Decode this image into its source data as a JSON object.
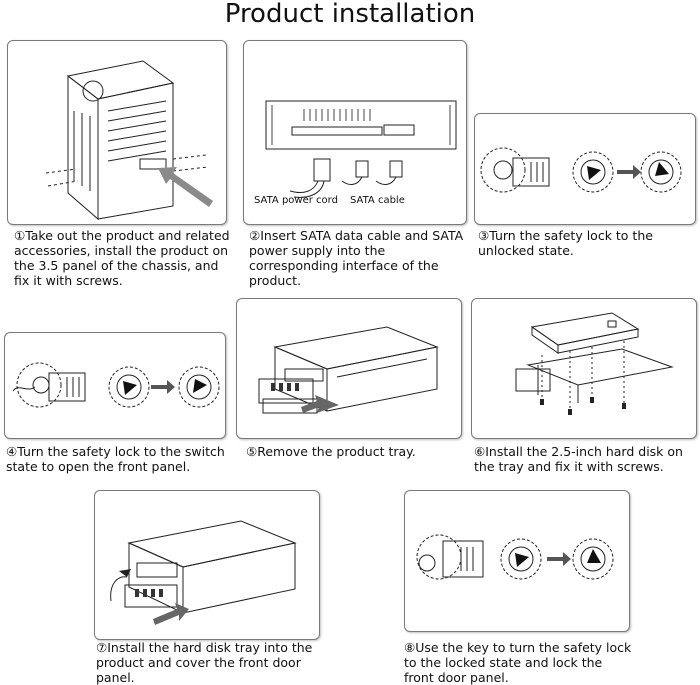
{
  "title": "Product installation",
  "steps": [
    {
      "caption": "①Take out the product and related accessories, install the product on the 3.5 panel of the chassis, and fix it with screws."
    },
    {
      "caption": "②Insert SATA data cable and SATA power supply into the corresponding interface of the product.",
      "labels": {
        "power_cord": "SATA power cord",
        "sata_cable": "SATA cable"
      }
    },
    {
      "caption": "③Turn the safety lock to the unlocked state."
    },
    {
      "caption": "④Turn the safety lock to the switch state to open the front panel."
    },
    {
      "caption": "⑤Remove the product tray."
    },
    {
      "caption": "⑥Install the 2.5-inch hard disk on the tray and fix it with screws."
    },
    {
      "caption": "⑦Install the hard disk tray into the product and cover the front door panel."
    },
    {
      "caption": "⑧Use the key to turn the safety lock to the locked state and lock the front door panel."
    }
  ],
  "colors": {
    "line": "#222222",
    "arrow": "#6b6b6b",
    "frame": "#7a7a7a"
  }
}
